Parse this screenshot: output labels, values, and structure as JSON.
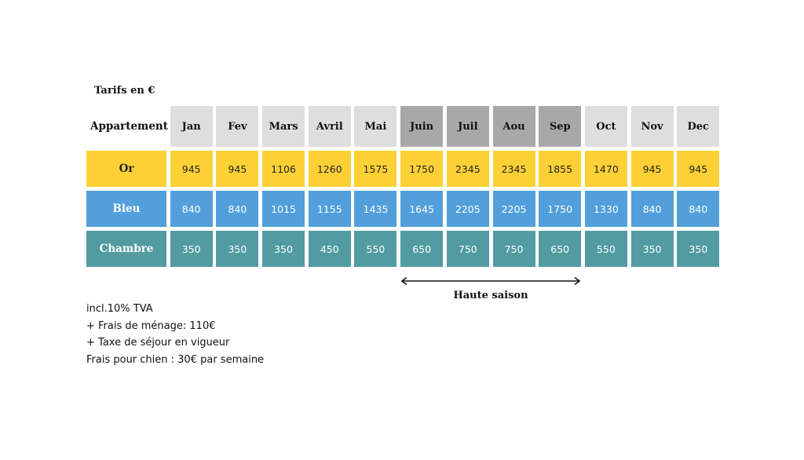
{
  "title": "Tarifs en €",
  "header_label": "Appartement",
  "months": [
    "Jan",
    "Fev",
    "Mars",
    "Avril",
    "Mai",
    "Juin",
    "Juil",
    "Aou",
    "Sep",
    "Oct",
    "Nov",
    "Dec"
  ],
  "high_season_months": [
    "Juin",
    "Juil",
    "Aou",
    "Sep"
  ],
  "rows": [
    {
      "label": "Or",
      "color": "#fdd135",
      "values": [
        "945",
        "945",
        "1106",
        "1260",
        "1575",
        "1750",
        "2345",
        "2345",
        "1855",
        "1470",
        "945",
        "945"
      ]
    },
    {
      "label": "Bleu",
      "color": "#529fdc",
      "values": [
        "840",
        "840",
        "1015",
        "1155",
        "1435",
        "1645",
        "2205",
        "2205",
        "1750",
        "1330",
        "840",
        "840"
      ]
    },
    {
      "label": "Chambre",
      "color": "#529ba1",
      "values": [
        "350",
        "350",
        "350",
        "450",
        "550",
        "650",
        "750",
        "750",
        "650",
        "550",
        "350",
        "350"
      ]
    }
  ],
  "high_season_label": "Haute saison",
  "notes": [
    "incl.10% TVA",
    "+ Frais de ménage: 110€",
    "+ Taxe de séjour en vigueur",
    "Frais pour chien : 30€ par semaine"
  ],
  "colors": {
    "month_header": "#dedede",
    "month_header_high": "#a8a8a8"
  }
}
